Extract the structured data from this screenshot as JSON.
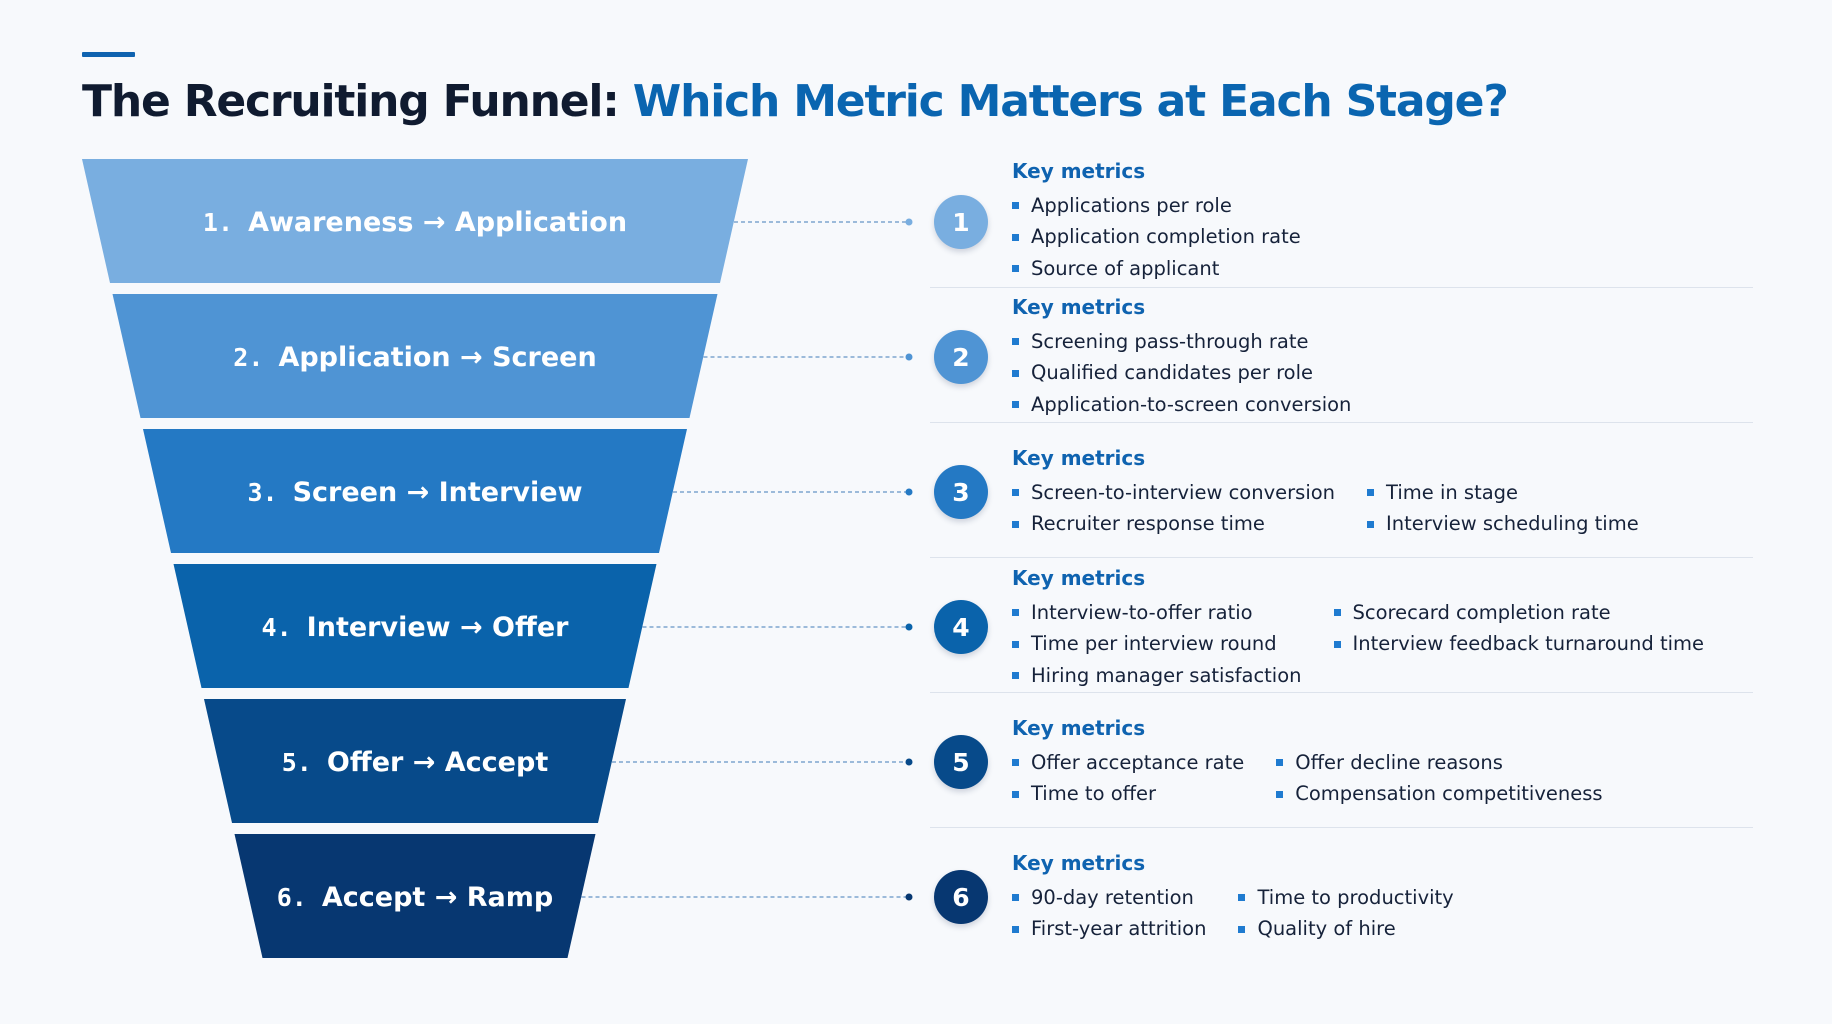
{
  "header": {
    "title_dark": "The Recruiting Funnel:",
    "title_blue": "Which Metric Matters at Each Stage?"
  },
  "colors": {
    "accent": "#0f63b0",
    "stage_colors": [
      "#79aee0",
      "#4f94d4",
      "#2479c4",
      "#0a63ab",
      "#074a8a",
      "#073771"
    ]
  },
  "stages": [
    {
      "number": "1.",
      "from": "Awareness",
      "arrow": "→",
      "to": "Application",
      "badge": "1",
      "metrics_title": "Key metrics",
      "metrics": [
        "Applications per role",
        "Application completion rate",
        "Source of applicant"
      ]
    },
    {
      "number": "2.",
      "from": "Application",
      "arrow": "→",
      "to": "Screen",
      "badge": "2",
      "metrics_title": "Key metrics",
      "metrics": [
        "Screening pass-through rate",
        "Qualified candidates per role",
        "Application-to-screen conversion"
      ]
    },
    {
      "number": "3.",
      "from": "Screen",
      "arrow": "→",
      "to": "Interview",
      "badge": "3",
      "metrics_title": "Key metrics",
      "metrics": [
        "Screen-to-interview conversion",
        "Recruiter response time",
        "Time in stage",
        "Interview scheduling time"
      ]
    },
    {
      "number": "4.",
      "from": "Interview",
      "arrow": "→",
      "to": "Offer",
      "badge": "4",
      "metrics_title": "Key metrics",
      "metrics": [
        "Interview-to-offer ratio",
        "Time per interview round",
        "Hiring manager satisfaction",
        "Scorecard completion rate",
        "Interview feedback turnaround time"
      ]
    },
    {
      "number": "5.",
      "from": "Offer",
      "arrow": "→",
      "to": "Accept",
      "badge": "5",
      "metrics_title": "Key metrics",
      "metrics": [
        "Offer acceptance rate",
        "Time to offer",
        "Offer decline reasons",
        "Compensation competitiveness"
      ]
    },
    {
      "number": "6.",
      "from": "Accept",
      "arrow": "→",
      "to": "Ramp",
      "badge": "6",
      "metrics_title": "Key metrics",
      "metrics": [
        "90-day retention",
        "First-year attrition",
        "Time to productivity",
        "Quality of hire"
      ]
    }
  ]
}
